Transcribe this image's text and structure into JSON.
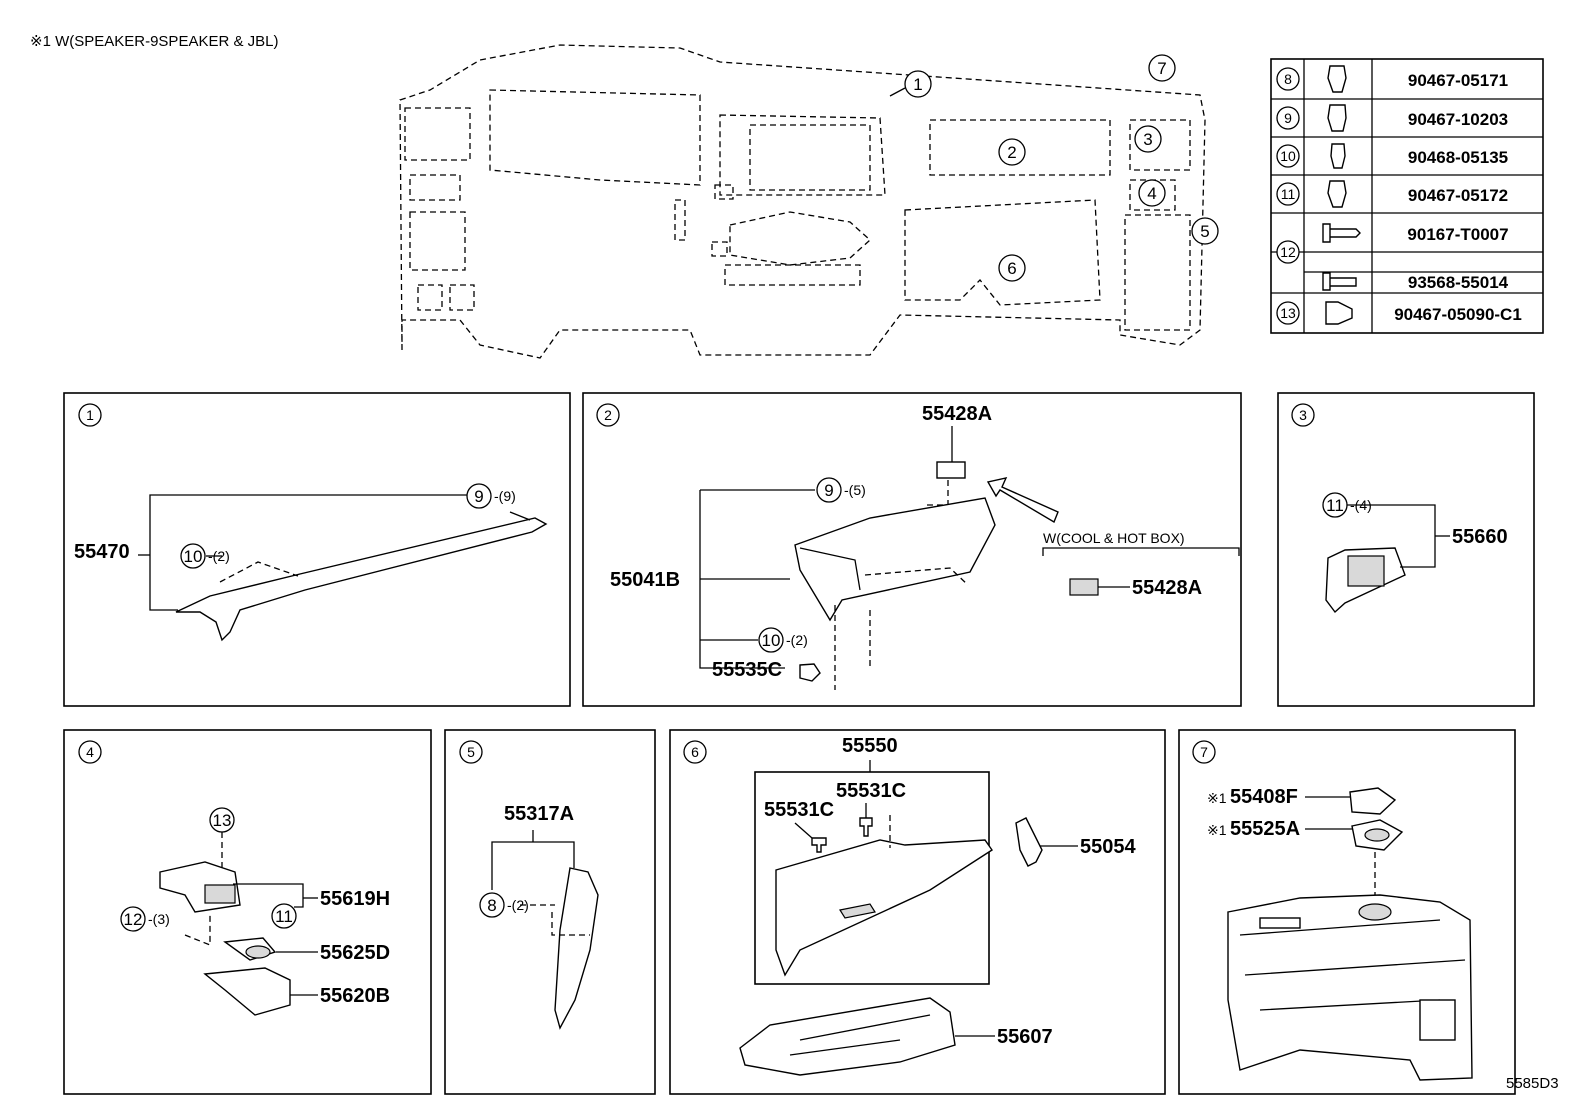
{
  "header_note": "※1 W(SPEAKER-9SPEAKER & JBL)",
  "figure_code": "5585D3",
  "overview_callouts": [
    "1",
    "2",
    "3",
    "4",
    "5",
    "6",
    "7"
  ],
  "fastener_table": [
    {
      "num": "8",
      "part": "90467-05171"
    },
    {
      "num": "9",
      "part": "90467-10203"
    },
    {
      "num": "10",
      "part": "90468-05135"
    },
    {
      "num": "11",
      "part": "90467-05172"
    },
    {
      "num": "12",
      "part": "90167-T0007"
    },
    {
      "num": "12",
      "part": "93568-55014"
    },
    {
      "num": "13",
      "part": "90467-05090-C1"
    }
  ],
  "panels": {
    "p1": {
      "num": "1",
      "part": "55470",
      "c9": "9",
      "q9": "-(9)",
      "c10": "10",
      "q10": "-(2)"
    },
    "p2": {
      "num": "2",
      "part_top": "55428A",
      "part_main": "55041B",
      "part_clip": "55535C",
      "c9": "9",
      "q9": "-(5)",
      "c10": "10",
      "q10": "-(2)",
      "variant": "W(COOL & HOT BOX)",
      "part_variant": "55428A"
    },
    "p3": {
      "num": "3",
      "part": "55660",
      "c11": "11",
      "q11": "-(4)"
    },
    "p4": {
      "num": "4",
      "c13": "13",
      "c12": "12",
      "q12": "-(3)",
      "c11": "11",
      "part_a": "55619H",
      "part_b": "55625D",
      "part_c": "55620B"
    },
    "p5": {
      "num": "5",
      "part": "55317A",
      "c8": "8",
      "q8": "-(2)"
    },
    "p6": {
      "num": "6",
      "part_box": "55550",
      "part_a": "55531C",
      "part_b": "55531C",
      "part_c": "55054",
      "part_d": "55607"
    },
    "p7": {
      "num": "7",
      "note_a": "※1",
      "part_a": "55408F",
      "note_b": "※1",
      "part_b": "55525A"
    }
  }
}
